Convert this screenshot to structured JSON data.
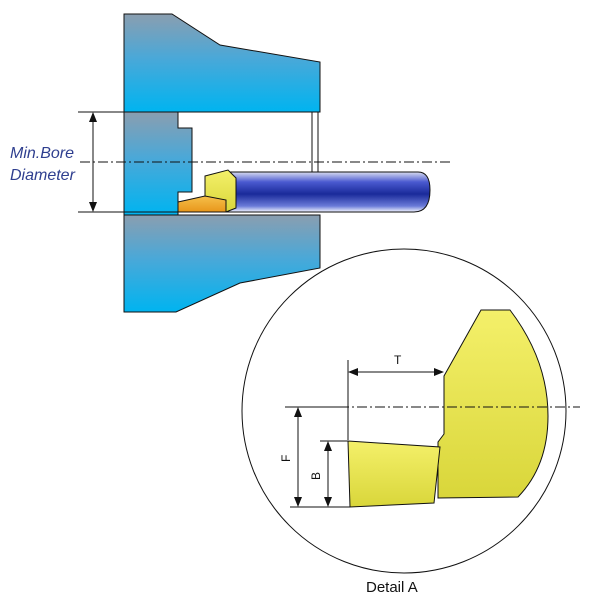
{
  "labels": {
    "min_bore_line1": "Min.Bore",
    "min_bore_line2": "Diameter",
    "dim_t": "T",
    "dim_f": "F",
    "dim_b": "B",
    "detail_caption": "Detail A"
  },
  "colors": {
    "body_top": "#8a9eb0",
    "body_bottom": "#00b0ee",
    "insert_yellow": "#e6e24a",
    "insert_orange": "#f0a62a",
    "bar_dark": "#1a2a9a",
    "bar_light": "#ffffff",
    "line": "#111111",
    "label_blue": "#2f3f8f"
  }
}
